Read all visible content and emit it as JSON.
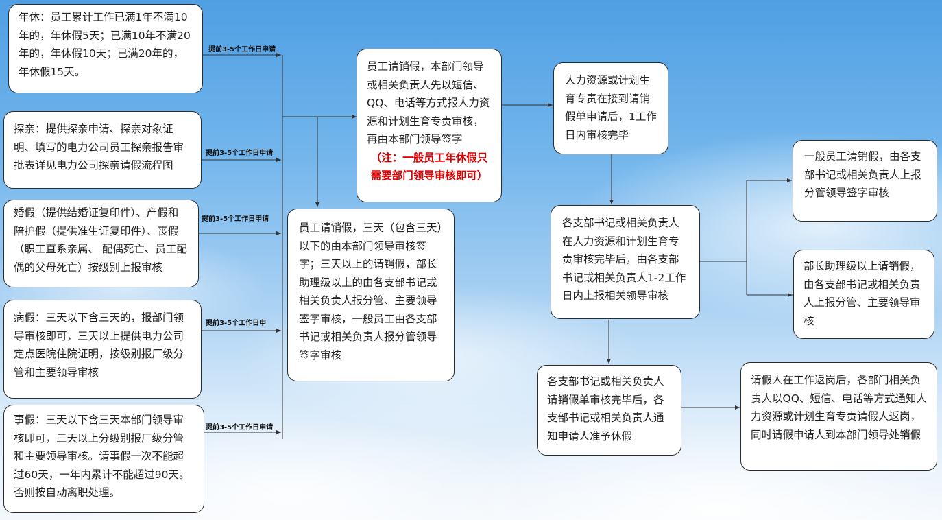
{
  "boxes": {
    "annual_leave": "年休：员工累计工作已满1年不满10年的，年休假5天；已满10年不满20年的，年休假10天；已满20年的，年休假15天。",
    "family_visit": "探亲：提供探亲申请、探亲对象证明、填写的电力公司员工探亲报告审批表详见电力公司探亲请假流程图",
    "marriage_leave": "婚假（提供结婚证复印件）、产假和陪护假（提供准生证复印件）、丧假（职工直系亲属、 配偶死亡、员工配偶的父母死亡）按级别上报审核",
    "sick_leave": "病假：三天以下含三天的，报部门领导审核即可，三天以上提供电力公司定点医院住院证明，按级别报厂级分管和主要领导审核",
    "personal_leave": "事假：三天以下含三天本部门领导审核即可，三天以上分级别报厂级分管和主要领导审核。请事假一次不能超过60天，一年内累计不能超过90天。否则按自动离职处理。",
    "dept_report": "员工请销假，本部门领导或相关负责人先以短信、QQ、电话等方式报人力资源和计划生育专责审核，再由本部门领导签字",
    "dept_report_note": "（注：一般员工年休假只需要部门领导审核即可）",
    "three_day_rule": "员工请销假，三天（包含三天）以下的由本部门领导审核签字；三天以上的请销假，部长助理级以上的由各支部书记或相关负责人报分管、主要领导签字审核，一般员工由各支部书记或相关负责人报分管领导签字审核",
    "hr_review": "人力资源或计划生育专责在接到请销假单申请后，1工作日内审核完毕",
    "branch_report": "各支部书记或相关负责人在人力资源和计划生育专责审核完毕后，由各支部书记或相关负责人1-2工作日内上报相关领导审核",
    "general_staff": "一般员工请销假，由各支部书记或相关负责人上报分管领导签字审核",
    "senior_staff": "部长助理级以上请销假，由各支部书记或相关负责人上报分管、主要领导审核",
    "branch_notify": "各支部书记或相关负责人请销假单审核完毕后，各支部书记或相关负责人通知申请人准予休假",
    "return_to_post": "请假人在工作返岗后，各部门相关负责人以QQ、短信、电话等方式通知人力资源或计划生育专责请假人返岗，同时请假申请人到本部门领导处销假"
  },
  "labels": {
    "l1": "提前3-5个工作日申请",
    "l2": "提前3-5个工作日申请",
    "l3": "提前3-5个工作日申请",
    "l4": "提前3-5个工作日申",
    "l5": "提前3-5个工作日申请"
  },
  "colors": {
    "note_red": "#e00000",
    "line": "#333333"
  }
}
